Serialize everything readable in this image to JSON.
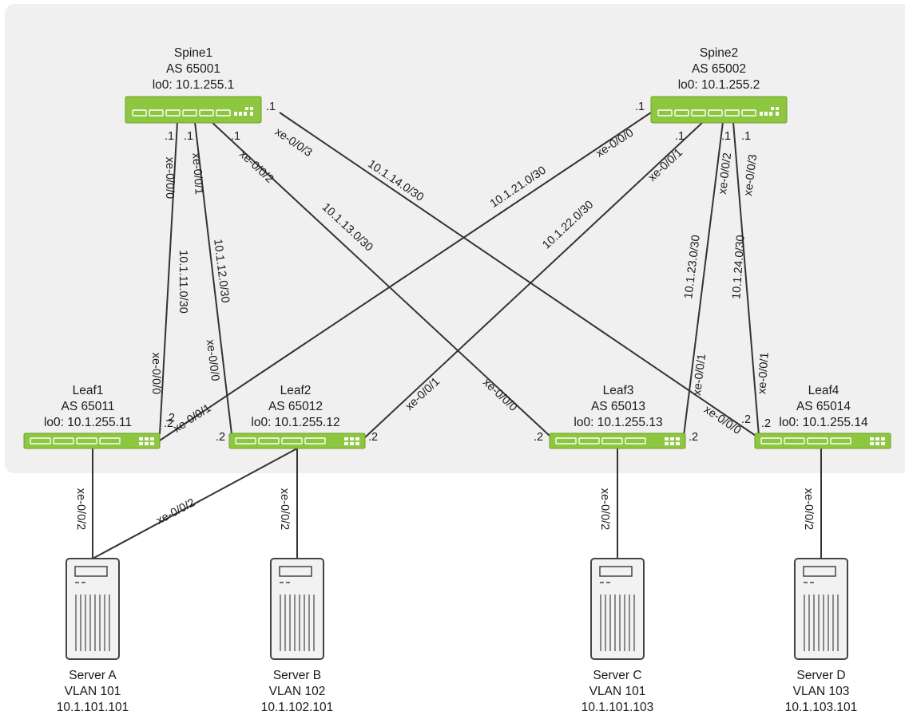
{
  "devices": {
    "spine1": {
      "name": "Spine1",
      "as": "AS 65001",
      "lo0": "lo0: 10.1.255.1"
    },
    "spine2": {
      "name": "Spine2",
      "as": "AS 65002",
      "lo0": "lo0: 10.1.255.2"
    },
    "leaf1": {
      "name": "Leaf1",
      "as": "AS 65011",
      "lo0": "lo0: 10.1.255.11"
    },
    "leaf2": {
      "name": "Leaf2",
      "as": "AS 65012",
      "lo0": "lo0: 10.1.255.12"
    },
    "leaf3": {
      "name": "Leaf3",
      "as": "AS 65013",
      "lo0": "lo0: 10.1.255.13"
    },
    "leaf4": {
      "name": "Leaf4",
      "as": "AS 65014",
      "lo0": "lo0: 10.1.255.14"
    }
  },
  "servers": {
    "a": {
      "name": "Server A",
      "vlan": "VLAN 101",
      "ip": "10.1.101.101"
    },
    "b": {
      "name": "Server B",
      "vlan": "VLAN 102",
      "ip": "10.1.102.101"
    },
    "c": {
      "name": "Server C",
      "vlan": "VLAN 101",
      "ip": "10.1.101.103"
    },
    "d": {
      "name": "Server D",
      "vlan": "VLAN 103",
      "ip": "10.1.103.101"
    }
  },
  "links": {
    "s1l1": {
      "spine_port": "xe-0/0/0",
      "leaf_port": "xe-0/0/0",
      "subnet": "10.1.11.0/30"
    },
    "s1l2": {
      "spine_port": "xe-0/0/1",
      "leaf_port": "xe-0/0/0",
      "subnet": "10.1.12.0/30"
    },
    "s1l3": {
      "spine_port": "xe-0/0/2",
      "leaf_port": "xe-0/0/0",
      "subnet": "10.1.13.0/30"
    },
    "s1l4": {
      "spine_port": "xe-0/0/3",
      "leaf_port": "xe-0/0/0",
      "subnet": "10.1.14.0/30"
    },
    "s2l1": {
      "spine_port": "xe-0/0/0",
      "leaf_port": "xe-0/0/1",
      "subnet": "10.1.21.0/30"
    },
    "s2l2": {
      "spine_port": "xe-0/0/1",
      "leaf_port": "xe-0/0/1",
      "subnet": "10.1.22.0/30"
    },
    "s2l3": {
      "spine_port": "xe-0/0/2",
      "leaf_port": "xe-0/0/1",
      "subnet": "10.1.23.0/30"
    },
    "s2l4": {
      "spine_port": "xe-0/0/3",
      "leaf_port": "xe-0/0/1",
      "subnet": "10.1.24.0/30"
    },
    "server_port": "xe-0/0/2"
  },
  "addr": {
    "spine": ".1",
    "leaf": ".2"
  },
  "colors": {
    "switch": "#8dc63f",
    "panel": "#f0f0f1",
    "line": "#333333",
    "server_fill": "#f2f2f2"
  }
}
